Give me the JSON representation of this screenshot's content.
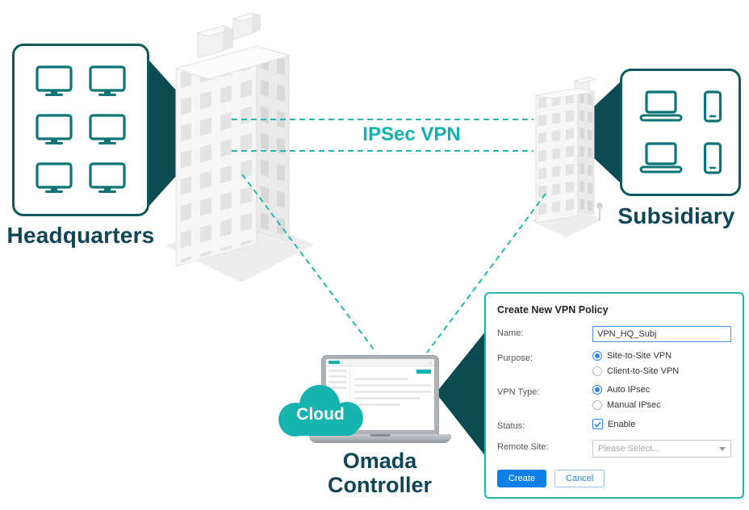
{
  "colors": {
    "accent_teal": "#12b2b0",
    "dark_teal_wedge": "#0c4b52",
    "heading_text": "#0f4556",
    "action_blue": "#1080e8"
  },
  "diagram": {
    "headquarters_label": "Headquarters",
    "subsidiary_label": "Subsidiary",
    "vpn_link_label": "IPSec VPN",
    "cloud_label": "Cloud",
    "controller_line1": "Omada",
    "controller_line2": "Controller"
  },
  "form": {
    "title": "Create New VPN Policy",
    "fields": {
      "name": {
        "label": "Name:",
        "value": "VPN_HQ_Subj"
      },
      "purpose": {
        "label": "Purpose:",
        "options": [
          {
            "label": "Site-to-Site VPN",
            "selected": true
          },
          {
            "label": "Client-to-Site VPN",
            "selected": false
          }
        ]
      },
      "vpn_type": {
        "label": "VPN Type:",
        "options": [
          {
            "label": "Auto IPsec",
            "selected": true
          },
          {
            "label": "Manual IPsec",
            "selected": false
          }
        ]
      },
      "status": {
        "label": "Status:",
        "checkbox_label": "Enable",
        "checked": true
      },
      "remote_site": {
        "label": "Remote Site:",
        "placeholder": "Please Select..."
      }
    },
    "buttons": {
      "create": "Create",
      "cancel": "Cancel"
    }
  }
}
